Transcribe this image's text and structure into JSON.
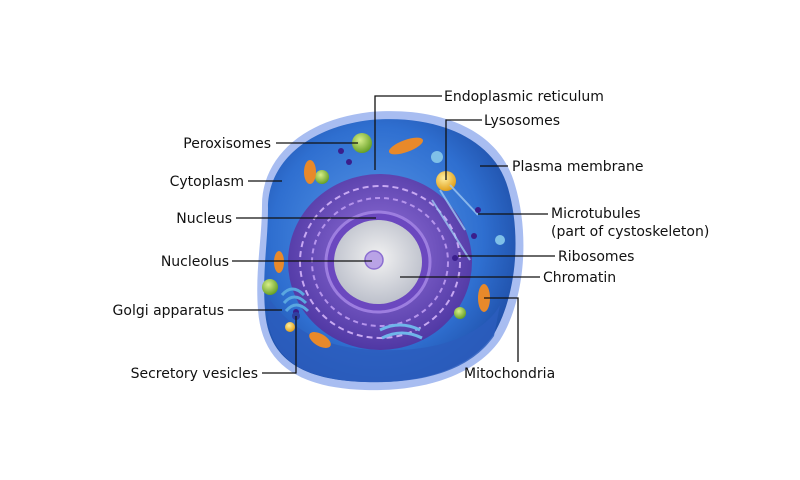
{
  "labels": {
    "endoplasmic_reticulum": "Endoplasmic reticulum",
    "lysosomes": "Lysosomes",
    "peroxisomes": "Peroxisomes",
    "plasma_membrane": "Plasma membrane",
    "cytoplasm": "Cytoplasm",
    "microtubules_line1": "Microtubules",
    "microtubules_line2": "(part of cystoskeleton)",
    "nucleus": "Nucleus",
    "ribosomes": "Ribosomes",
    "nucleolus": "Nucleolus",
    "chromatin": "Chromatin",
    "golgi_apparatus": "Golgi apparatus",
    "secretory_vesicles": "Secretory vesicles",
    "mitochondria": "Mitochondria"
  },
  "colors": {
    "cytoplasm_outer": "#3d7fd6",
    "cytoplasm_inner": "#2a5db8",
    "membrane_rim": "#8fa8ee",
    "nucleus_envelope": "#7b55c6",
    "nucleoplasm": "#cfd3dc",
    "mitochondria": "#e8892a",
    "peroxisome": "#8fc23a",
    "lysosome": "#f2b01e"
  }
}
